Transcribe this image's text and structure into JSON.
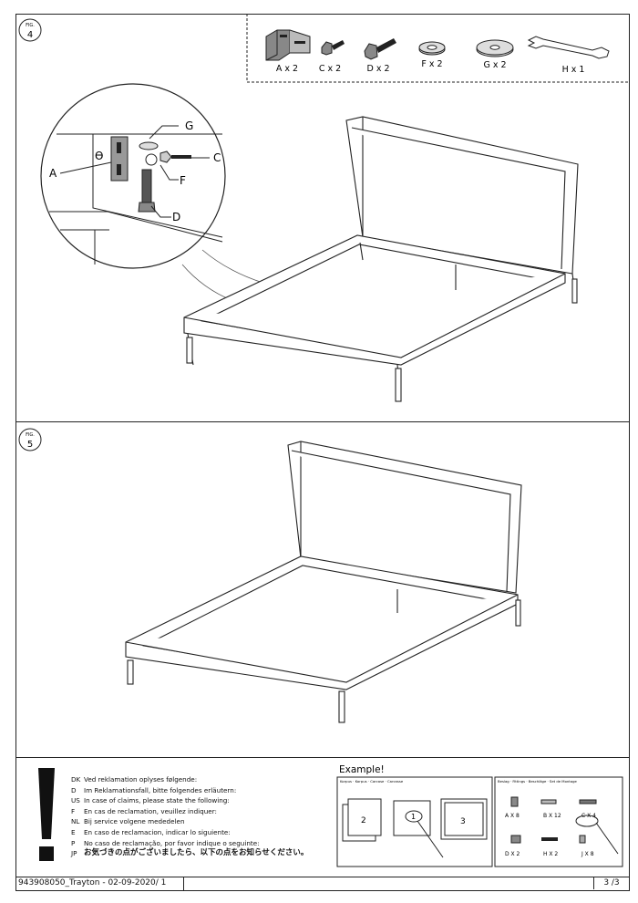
{
  "fig4": {
    "label": "FIG.",
    "number": "4"
  },
  "fig5": {
    "label": "FIG.",
    "number": "5"
  },
  "parts": [
    {
      "label": "A x 2",
      "icon": "bracket-icon"
    },
    {
      "label": "C x 2",
      "icon": "short-bolt-icon"
    },
    {
      "label": "D x 2",
      "icon": "long-bolt-icon"
    },
    {
      "label": "F x 2",
      "icon": "small-washer-icon"
    },
    {
      "label": "G x 2",
      "icon": "large-washer-icon"
    },
    {
      "label": "H x 1",
      "icon": "wrench-icon"
    }
  ],
  "callouts": {
    "g": "G",
    "c": "C",
    "a": "A",
    "f": "F",
    "d": "D"
  },
  "claims": {
    "rows": [
      {
        "code": "DK",
        "text": "Ved reklamation oplyses følgende:"
      },
      {
        "code": "D",
        "text": "Im Reklamationsfall, bitte folgendes erläutern:"
      },
      {
        "code": "US",
        "text": "In case of claims, please state the following:"
      },
      {
        "code": "F",
        "text": "En cas de reclamation, veuillez indiquer:"
      },
      {
        "code": "NL",
        "text": "Bij service volgene mededelen"
      },
      {
        "code": "E",
        "text": "En caso de reclamacion, indicar lo siguiente:"
      },
      {
        "code": "P",
        "text": "No caso de reclamação, por favor indique o seguinte:"
      },
      {
        "code": "JP",
        "text": "お気づきの点がございましたら、以下の点をお知らせください。"
      }
    ]
  },
  "example": {
    "title": "Example!",
    "carcass_header": "Korpus · Korpus · Carcase · Carcasse",
    "fittings_header": "Beslag · Fittings · Beschläge · Set de Montage",
    "panel_numbers": [
      "2",
      "1",
      "3"
    ],
    "fittings": [
      "A X 8",
      "B X 12",
      "C X 4",
      "D X 2",
      "H X 2",
      "J X 8"
    ]
  },
  "footer": {
    "left": "943908050_Trayton - 02-09-2020/ 1",
    "right": "3 /3"
  }
}
